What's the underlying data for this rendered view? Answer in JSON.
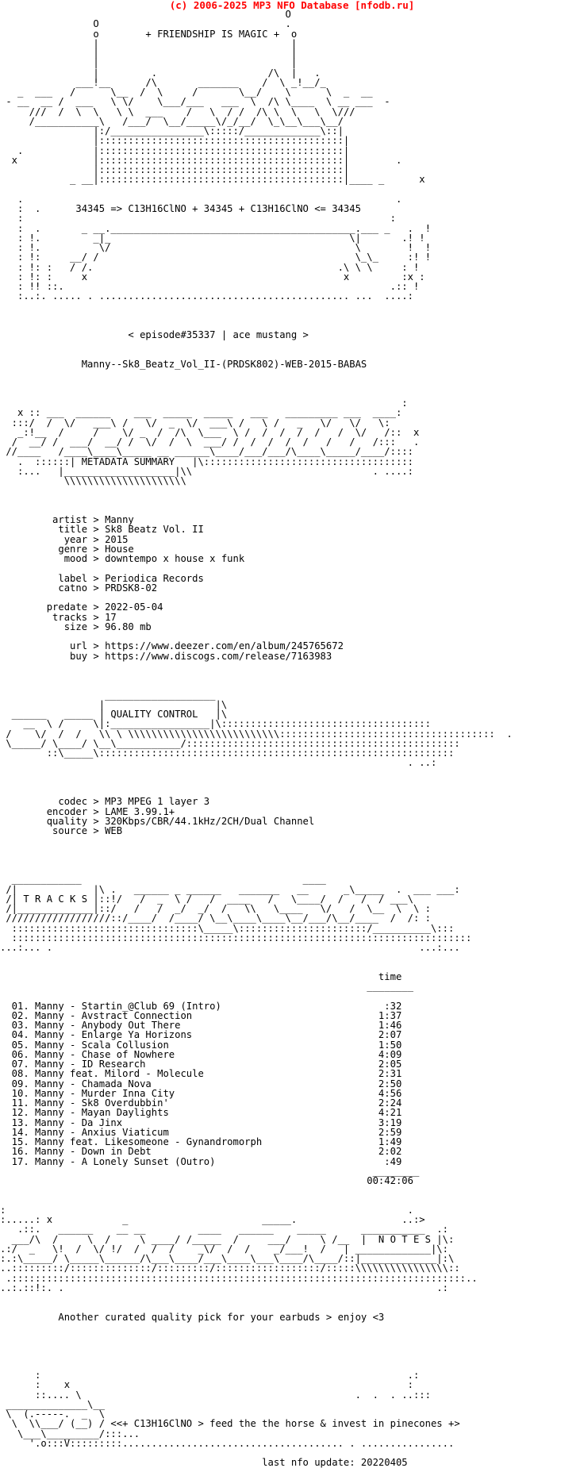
{
  "header": {
    "text": "(c) 2006-2025 MP3 NFO Database [nfodb.ru]",
    "color": "#ff0000"
  },
  "nfo": {
    "lines": [
      "                                                 O",
      "                O                                .",
      "                o        + FRIENDSHIP IS MAGIC +  o",
      "                |                                 |",
      "                |                                 |",
      "                |                                 |",
      "                |         .                   /\\  |   .",
      "             ___!__      /\\       _______    /  \\ _!__/_",
      "   _  ___   /      \\__  /  \\     /       \\__/    \\      \\  _  __",
      " - __  __ /  ___   \\ \\/    \\___/___   ___  \\  /\\ \\____  \\ __ ___  -",
      "     ///  /  \\  \\   \\ \\  ___    /   \\  / /  /\\ \\  \\   \\  \\///",
      "     /___________\\   /___/  \\__/_____\\/_/__/  \\_\\__\\___\\__/",
      "                |:/________________\\:::::/_____________\\::|",
      "                |::::::::::::::::::::::::::::::::::::::::::|",
      "   .            |::::::::::::::::::::::::::::::::::::::::::|",
      "  x             |::::::::::::::::::::::::::::::::::::::::::|        .",
      "                |::::::::::::::::::::::::::::::::::::::::::|",
      "            _ __|::::::::::::::::::::::::::::::::::::::::::|____ _      x",
      "",
      "   .                                                                .",
      "   :  .      34345 => C13H16ClNO + 34345 + C13H16ClNO <= 34345",
      "   :                                                               :",
      "   :  .       _ __.__________________________________________.___ _   .  !",
      "   : !.         _|_                                         \\|       .! !",
      "   : !.          \\/                                          \\        !  !",
      "   : !:     __/ /                                            \\_\\_     :! !",
      "   : !: :   / /.                                          .\\ \\ \\     : !",
      "   : !: :     x                                            x         :x :",
      "   : !! ::.                                                        .:: !",
      "   :..:. ..... . ........................................... ...  ....:",
      "",
      "",
      "",
      "                      < episode#35337 | ace mustang >",
      "",
      "",
      "              Manny--Sk8_Beatz_Vol_II-(PRDSK802)-WEB-2015-BABAS",
      "",
      "",
      "",
      "                                                                     :",
      "   x :: ___  ______    ___  _____  _____   ___   _________ ___  ____:",
      "  :::/  /  \\/   ___\\ /   \\/  _  \\/  ___\\ /   \\ /   _   \\/   \\/   \\:",
      "   _:!__  /     /    \\/ _  /  /\\  \\___  \\ /  /  /  /  /   /  \\/   /::  x",
      "  /  __/ /  ___/  __/ /  \\/  /  \\  ___/ /  /  /  /  /   /   /   /:::   .",
      " //____   /____\\____\\_____ __ ______\\____/___/___/\\____\\_____/____/::::",
      "   .  ::::::| METADATA SUMMARY   |\\::::::::::::::::::::::::::::::::::::",
      "   :...   |___________________|\\\\                               . ....:",
      "           \\\\\\\\\\\\\\\\\\\\\\\\\\\\\\\\\\\\\\\\\\",
      "",
      "",
      "",
      "         artist > Manny",
      "          title > Sk8 Beatz Vol. II",
      "           year > 2015",
      "          genre > House",
      "           mood > downtempo x house x funk",
      "",
      "          label > Periodica Records",
      "          catno > PRDSK8-02",
      "",
      "        predate > 2022-05-04",
      "         tracks > 17",
      "           size > 96.80 mb",
      "",
      "            url > https://www.deezer.com/en/album/245765672",
      "            buy > https://www.discogs.com/release/7163983",
      "",
      "",
      "",
      "                  ___________________",
      "                 |                   |\\",
      "  ______   _____ | QUALITY CONTROL   |\\",
      "    __  \\ /     \\|:_________________|\\::::::::::::::::::::::::::::::::::::",
      " /    \\/  /  /   \\\\ \\ \\\\\\\\\\\\\\\\\\\\\\\\\\\\\\\\\\\\\\\\\\\\\\\\\\\\:::::::::::::::::::::::::::::::::::::  .",
      " \\_____/ \\____/ \\__\\___________/:::::::::::::::::::::::::::::::::::::::::::::::",
      "        ::\\_____\\:::::::::::::::::::::::::::::::::::::::::::::::::::::::::::::",
      "                                                                      . ..:",
      "",
      "",
      "",
      "          codec > MP3 MPEG 1 layer 3",
      "        encoder > LAME 3.99.1+",
      "        quality > 320Kbps/CBR/44.1kHz/2CH/Dual Channel",
      "         source > WEB",
      "",
      "",
      "",
      "",
      "  ____________                                      ____",
      " /|             |\\ .   ______ _ ______   _______   __      _\\_____  .  ___ ___:",
      " /| T R A C K S |::!/   /  _  \\ /   /  ____   /   \\____/  /   /  / ___\\",
      " /|_____________|::/   /   /  _/  _/  /   \\\\   \\____   \\/   /  \\__  \\  \\ :",
      " //////////////////::/____/  /____/ \\__\\____\\____\\__/___/\\__/____  /  /: :",
      "  ::::::::::::::::::::::::::::::::\\_____\\::::::::::::::::::::::/__________\\:::",
      "  :::::::::::::::::::::::::::::::::::::::::::::::::::::::::::::::::::::::::::::::",
      "...:... .                                                               ...:...",
      "",
      "",
      "                                                                 time",
      "                                                               ________",
      "",
      "  01. Manny - Startin_@Club 69 (Intro)                            :32",
      "  02. Manny - Avstract Connection                                1:37",
      "  03. Manny - Anybody Out There                                  1:46",
      "  04. Manny - Enlarge Ya Horizons                                2:07",
      "  05. Manny - Scala Collusion                                    1:50",
      "  06. Manny - Chase of Nowhere                                   4:09",
      "  07. Manny - ID Research                                        2:05",
      "  08. Manny feat. Milord - Molecule                              2:31",
      "  09. Manny - Chamada Nova                                       2:50",
      "  10. Manny - Murder Inna City                                   4:56",
      "  11. Manny - Sk8 Overdubbin'                                    2:24",
      "  12. Manny - Mayan Daylights                                    4:21",
      "  13. Manny - Da Jinx                                            3:19",
      "  14. Manny - Anxius Viaticum                                    2:59",
      "  15. Manny feat. Likesomeone - Gynandromorph                    1:49",
      "  16. Manny - Down in Debt                                       2:02",
      "  17. Manny - A Lonely Sunset (Outro)                             :49",
      "                                                                ________",
      "                                                               00:42:06",
      "",
      "",
      ":                                                                     .",
      ":.....: x            _                       _____.                  ..:>",
      "   .::.   ______    __ __         ____   ______    _____      ___________  .:",
      "  ___/\\  /     \\  /     \\ ____/ /_____  /     ___/     \\ /__  |  N O T E S |\\:",
      ".:/  _   \\!  /  \\/ !/  /  /  /    _\\/  /  /    _/___!  /   | _____________|\\:",
      ":.:\\_____/ \\_____\\______/\\___\\____/___\\____\\___\\____/\\____/::|_____________|:\\",
      "..:::::::::/::::::::::::::/:::::::::/::::::::::::::::::/:::::\\\\\\\\\\\\\\\\\\\\\\\\\\\\\\\\::",
      " .::::::::::::::::::::::::::::::::::::::::::::::::::::::::::::::::::::::::::::::..",
      "..:.::!:. .                                                                .:",
      "",
      "",
      "          Another curated quality pick for your earbuds > enjoy <3",
      "",
      "",
      "",
      "",
      "",
      "      :                                                               .:",
      "      :    x                                                          :",
      "      ::.... \\                                               .  .  . ..:::",
      " ______________\\__",
      " \\  (.-----.  _  \\",
      "  \\  \\\\___/ (__) / <<+ C13H16ClNO > feed the the horse & invest in pinecones +>",
      "   \\___\\_________/:::...",
      "     '.o:::V:::::::::...................................... . ................",
      "",
      "                                             last nfo update: 20220405"
    ]
  }
}
